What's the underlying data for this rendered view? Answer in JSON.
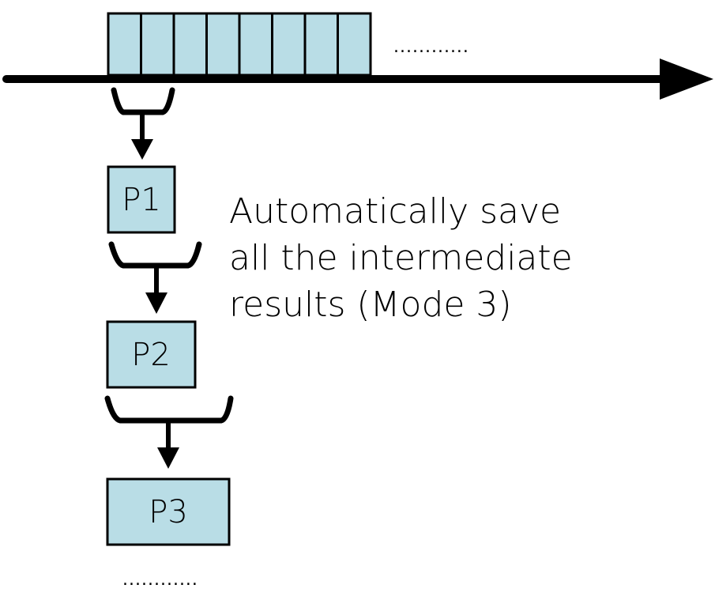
{
  "colors": {
    "box_fill": "#b9dde6",
    "stroke": "#000000",
    "background": "#ffffff"
  },
  "buffer": {
    "cell_count": 8,
    "trailing_ellipsis": "............"
  },
  "processes": [
    {
      "label": "P1"
    },
    {
      "label": "P2"
    },
    {
      "label": "P3"
    }
  ],
  "bottom_ellipsis": "............",
  "note": {
    "lines": [
      "Automatically save",
      "all the intermediate",
      "results (Mode 3)"
    ]
  }
}
